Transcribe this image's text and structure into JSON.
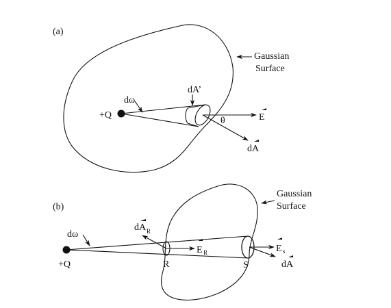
{
  "panel_a": {
    "panel_label": "(a)",
    "surface_label_line1": "Gaussian",
    "surface_label_line2": "Surface",
    "charge_label": "+Q",
    "solid_angle_label": "dω",
    "area_prime_label": "dA’",
    "field_label": "E",
    "angle_label": "θ",
    "area_vector_label": "dA"
  },
  "panel_b": {
    "panel_label": "(b)",
    "surface_label_line1": "Gaussian",
    "surface_label_line2": "Surface",
    "charge_label": "+Q",
    "solid_angle_label": "dω",
    "area_r_label": "dA",
    "area_r_sub": "R",
    "field_r_label": "E",
    "field_r_sub": "R",
    "field_s_label": "E",
    "field_s_sub": "s",
    "area_s_label": "dA",
    "point_r_label": "R",
    "point_s_label": "S"
  }
}
